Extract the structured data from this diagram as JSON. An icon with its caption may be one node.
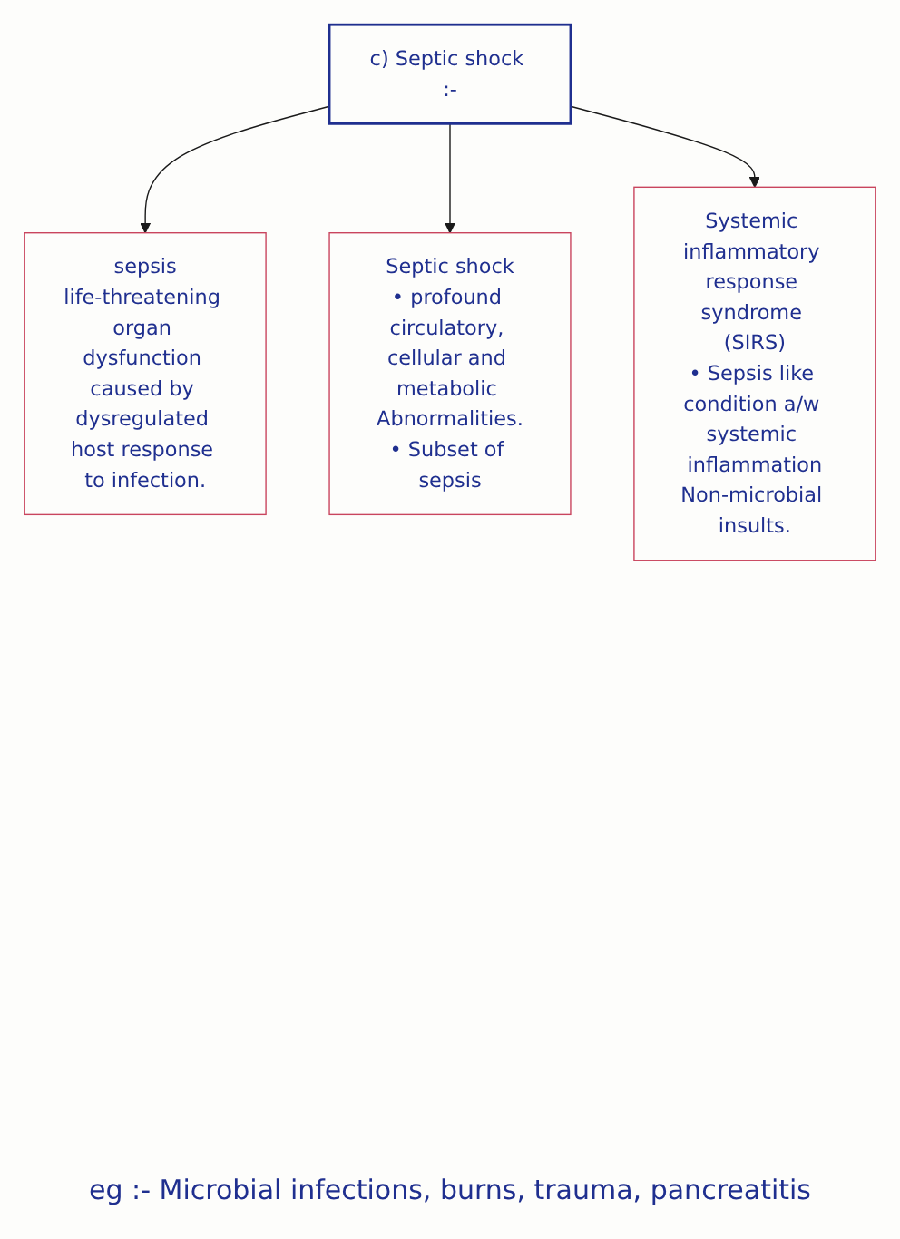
{
  "diagram": {
    "nodes": [
      {
        "text": [
          "c) Septic shock :-"
        ]
      },
      {
        "text": [
          "sepsis",
          "life-threatening organ dysfunction caused by dysregulated host response to infection."
        ]
      },
      {
        "text": [
          "Septic shock",
          "• profound circulatory, cellular and metabolic Abnormalities.",
          "• Subset of sepsis"
        ]
      },
      {
        "text": [
          "Systemic inflammatory response syndrome (SIRS)",
          "• Sepsis like condition a/w systemic inflammation",
          "Non-microbial insults."
        ]
      }
    ],
    "edges": [
      {
        "from": 0,
        "to": 1,
        "arrow": "to"
      },
      {
        "from": 0,
        "to": 2,
        "arrow": "to"
      },
      {
        "from": 0,
        "to": 3,
        "arrow": "to"
      }
    ],
    "labels": [
      "eg :- Microbial infections, burns, trauma, pancreatitis"
    ]
  }
}
